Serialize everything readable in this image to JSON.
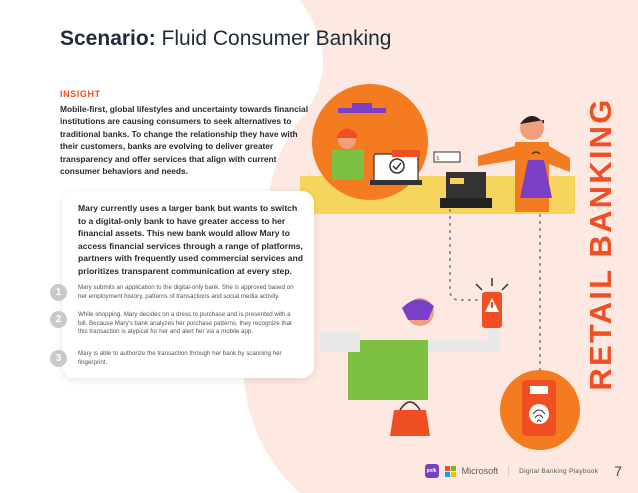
{
  "header": {
    "title_bold": "Scenario:",
    "title_rest": " Fluid Consumer Banking"
  },
  "insight": {
    "label": "INSIGHT",
    "body": "Mobile-first, global lifestyles and uncertainty towards financial institutions are causing consumers to seek alternatives to traditional banks. To change the relationship they have with their customers, banks are evolving to deliver greater transparency and offer services that align with current consumer behaviors and needs."
  },
  "card": {
    "lead": "Mary currently uses a larger bank but wants to switch to a digital-only bank to have greater access to her financial assets. This new bank would allow Mary to access financial services through a range of platforms, partners with frequently used commercial services and prioritizes transparent communication at every step.",
    "steps": [
      {
        "num": "1",
        "text": "Mary submits an application to the digital-only bank. She is approved based on her employment history, patterns of transactions and social media activity."
      },
      {
        "num": "2",
        "text": "While shopping, Mary decides on a dress to purchase and is presented with a bill. Because Mary's bank analyzes her purchase patterns, they recognize that this transaction is atypical for her and alert her via a mobile app."
      },
      {
        "num": "3",
        "text": "Mary is able to authorize the transaction through her bank by scanning her fingerprint."
      }
    ]
  },
  "side_title": "RETAIL BANKING",
  "footer": {
    "badge_text": "pxlk",
    "microsoft": "Microsoft",
    "playbook": "Digital Banking Playbook",
    "page": "7"
  },
  "colors": {
    "accent": "#f04e23",
    "blob": "#fde9e1",
    "yellow": "#f6d55c",
    "green": "#7cc142",
    "purple": "#7a3fc7"
  },
  "icons": [
    "fingerprint-icon",
    "alert-icon",
    "checkmark-icon",
    "cash-register-icon",
    "handbag-icon"
  ]
}
